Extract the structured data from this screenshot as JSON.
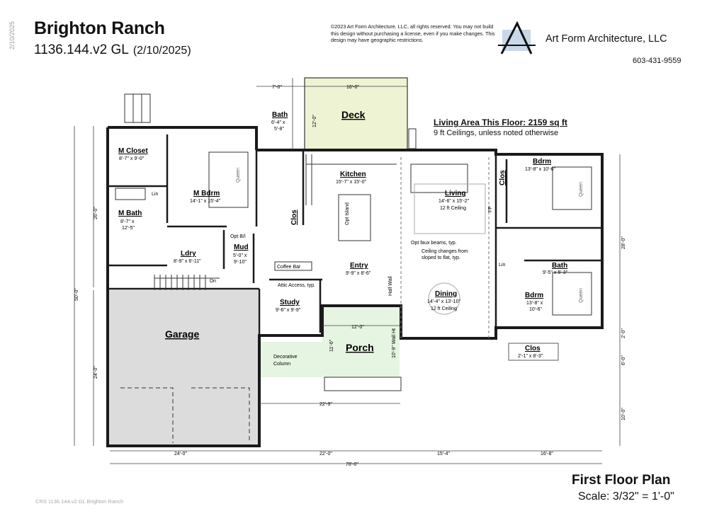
{
  "header": {
    "title": "Brighton Ranch",
    "plan_code": "1136.144.v2 GL",
    "date": "(2/10/2025)",
    "side_date": "2/10/2025",
    "copyright": "©2023 Art Form Architecture, LLC, all rights reserved. You may not build this design without purchasing a license, even if you make changes. This design may have geographic restrictions.",
    "company": "Art Form Architecture, LLC",
    "phone": "603-431-9559"
  },
  "summary": {
    "living_area": "Living Area This Floor: 2159 sq ft",
    "ceilings": "9 ft Ceilings, unless noted otherwise"
  },
  "rooms": {
    "deck": {
      "name": "Deck"
    },
    "bath_top": {
      "name": "Bath",
      "dims": "6'-4\" x",
      "dims2": "5'-8\""
    },
    "m_closet": {
      "name": "M Closet",
      "dims": "8'-7\" x 9'-0\""
    },
    "m_bdrm": {
      "name": "M Bdrm",
      "dims": "14'-1\" x 15'-4\""
    },
    "m_bath": {
      "name": "M Bath",
      "dims": "8'-7\" x",
      "dims2": "12'-5\""
    },
    "kitchen": {
      "name": "Kitchen",
      "dims": "15'-7\" x 15'-0\""
    },
    "living": {
      "name": "Living",
      "dims": "14'-6\" x 15'-2\"",
      "ceiling": "12 ft Ceiling"
    },
    "bdrm_top": {
      "name": "Bdrm",
      "dims": "13'-8\" x 10'-6\""
    },
    "bdrm_bottom": {
      "name": "Bdrm",
      "dims": "13'-8\" x",
      "dims2": "10'-6\""
    },
    "bath_right": {
      "name": "Bath",
      "dims": "9'-5\" x 5'-3\""
    },
    "ldry": {
      "name": "Ldry",
      "dims": "8'-9\" x 6'-11\""
    },
    "mud": {
      "name": "Mud",
      "dims": "5'-0\" x",
      "dims2": "9'-10\""
    },
    "entry": {
      "name": "Entry",
      "dims": "9'-9\" x 8'-6\""
    },
    "study": {
      "name": "Study",
      "dims": "9'-6\" x 9'-9\""
    },
    "dining": {
      "name": "Dining",
      "dims": "14'-4\" x 13'-10\"",
      "ceiling": "12 ft Ceiling"
    },
    "garage": {
      "name": "Garage"
    },
    "porch": {
      "name": "Porch"
    },
    "clos_right": {
      "name": "Clos",
      "dims": "2'-1\" x 8'-3\""
    }
  },
  "labels": {
    "clos": "Clos",
    "lin": "Lin",
    "queen": "Queen",
    "opt_island": "Opt Island",
    "opt_bi": "Opt B/I",
    "dn": "Dn",
    "coffee_bar": "Coffee Bar",
    "attic": "Attic Access, typ.",
    "half_wall": "Half Wall",
    "half_wall_ht": "10'-9\" Wall Ht",
    "fp": "FP",
    "faux_beams": "Opt faux beams, typ.",
    "ceiling_changes_1": "Ceiling changes from",
    "ceiling_changes_2": "sloped to flat, typ.",
    "decorative_1": "Decorative",
    "decorative_2": "Column"
  },
  "dimensions": {
    "top_7": "7'-0\"",
    "top_16": "16'-0\"",
    "deck_12": "12'-0\"",
    "left_50": "50'-0\"",
    "left_26": "26'-0\"",
    "left_24": "24'-0\"",
    "right_28": "28'-0\"",
    "right_2": "2'-0\"",
    "right_6": "6'-0\"",
    "right_10": "10'-0\"",
    "porch_12": "12'-0\"",
    "porch_11_6": "11'-6\"",
    "porch_22_9": "22'-9\"",
    "bot_24": "24'-0\"",
    "bot_22": "22'-0\"",
    "bot_15_4": "15'-4\"",
    "bot_16_8": "16'-8\"",
    "bot_78": "78'-0\""
  },
  "footer": {
    "plan_title": "First Floor Plan",
    "scale": "Scale: 3/32\" = 1'-0\"",
    "file_ref": "CRS 1136.144.v2 GL Brighton Ranch"
  },
  "colors": {
    "deck_fill": "#eef3d4",
    "porch_fill": "#e6f4e2",
    "garage_fill": "#dcdcdc",
    "wall": "#1a1a1a"
  }
}
